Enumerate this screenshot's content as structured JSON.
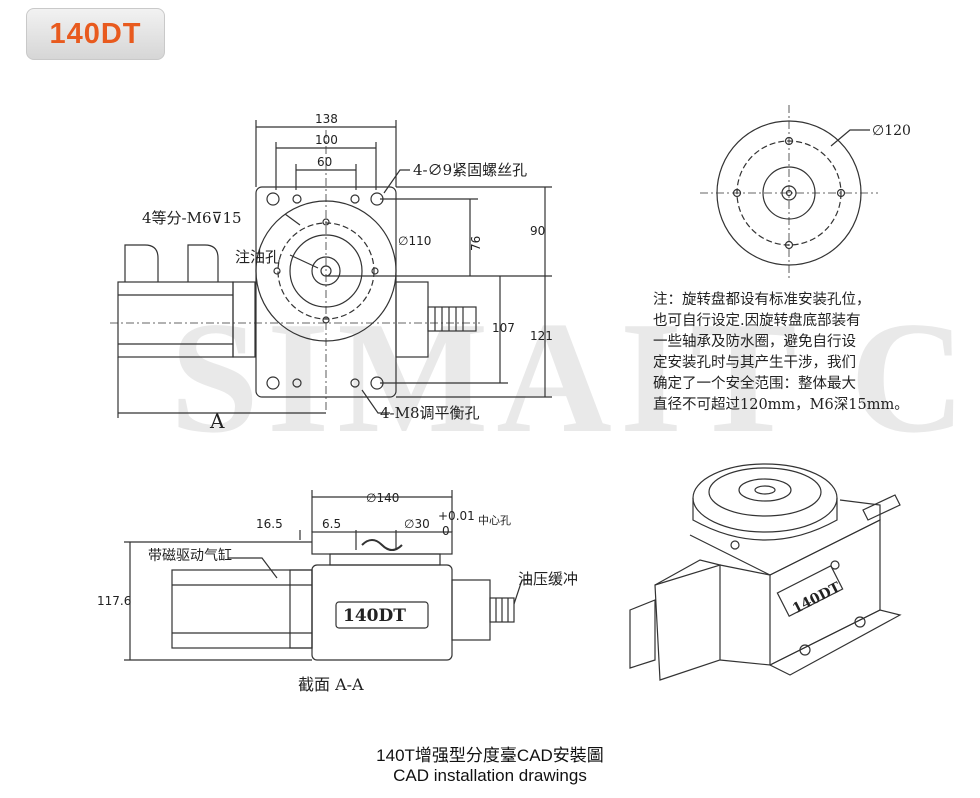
{
  "header": {
    "badge": "140DT"
  },
  "watermark": "SIMAIT C",
  "top_view": {
    "dim_138": "138",
    "dim_100": "100",
    "dim_60": "60",
    "label_holes": "4-∅9紧固螺丝孔",
    "label_tap": "4等分-M6⊽15",
    "label_oil": "注油孔",
    "dim_d110": "∅110",
    "dim_76": "76",
    "dim_90": "90",
    "dim_107": "107",
    "dim_121": "121",
    "label_m8": "4-M8调平衡孔",
    "section_letter": "A"
  },
  "circle_view": {
    "dim_d120": "∅120"
  },
  "note": "注：旋转盘都设有标准安装孔位，\n也可自行设定.因旋转盘底部装有\n一些轴承及防水圈，避免自行设\n定安装孔时与其产生干涉，我们\n确定了一个安全范围：整体最大\n直径不可超过120mm，M6深15mm。",
  "section_view": {
    "dim_d140": "∅140",
    "dim_16_5": "16.5",
    "dim_6_5": "6.5",
    "dim_d30": "∅30",
    "tol_upper": "+0.01",
    "tol_lower": "0",
    "label_center": "中心孔",
    "label_cylinder": "带磁驱动气缸",
    "dim_117_6": "117.6",
    "label_buffer": "油压缓冲",
    "model_plate": "140DT",
    "label_section": "截面  A-A"
  },
  "iso_view": {
    "model_plate": "140DT"
  },
  "caption": {
    "line1": "140T增强型分度臺CAD安裝圖",
    "line2": "CAD installation drawings"
  }
}
